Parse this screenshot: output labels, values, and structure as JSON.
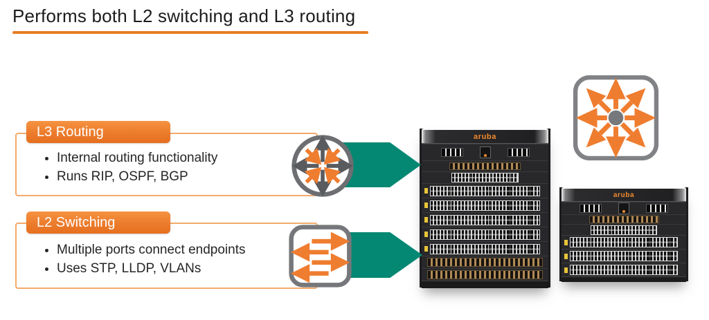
{
  "slide": {
    "title": "Performs both L2 switching and L3 routing"
  },
  "sections": {
    "l3_routing": {
      "header": "L3 Routing",
      "bullets": [
        "Internal routing functionality",
        "Runs RIP, OSPF, BGP"
      ]
    },
    "l2_switching": {
      "header": "L2 Switching",
      "bullets": [
        "Multiple ports connect endpoints",
        "Uses STP, LLDP, VLANs"
      ]
    }
  },
  "devices": {
    "brand_label": "aruba"
  },
  "icons": {
    "router": "router-icon",
    "l2_switch": "l2-switch-icon",
    "l3_switch": "l3-switch-icon",
    "flow_arrow": "teal-pointer-arrow"
  },
  "colors": {
    "accent_orange": "#EC7C2D",
    "teal_arrow": "#058873",
    "icon_gray": "#6D6E71",
    "title_text": "#1C1C1C"
  }
}
